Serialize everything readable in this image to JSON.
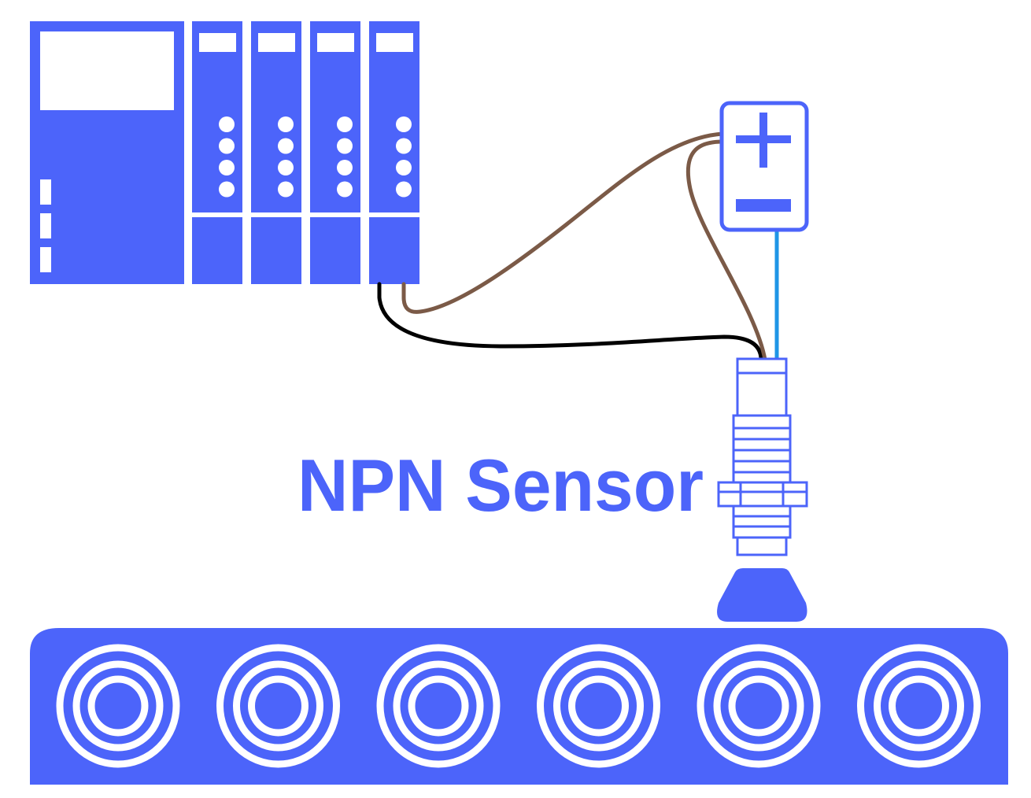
{
  "label": {
    "text": "NPN Sensor"
  },
  "power_supply": {
    "positive_symbol": "+",
    "negative_symbol": "−"
  },
  "plc": {
    "io_module_count": 4,
    "indicator_leds_per_module": 4
  },
  "conveyor": {
    "roller_count": 6
  },
  "wires": [
    {
      "name": "brown-wire-plc",
      "color": "#7b5a47"
    },
    {
      "name": "black-wire",
      "color": "#000000"
    },
    {
      "name": "brown-wire-sensor",
      "color": "#7b5a47"
    },
    {
      "name": "blue-wire",
      "color": "#1e95e6"
    }
  ],
  "colors": {
    "primary": "#4c64fa",
    "background": "#ffffff",
    "brown_wire": "#7b5a47",
    "black_wire": "#000000",
    "blue_wire": "#1e95e6"
  }
}
